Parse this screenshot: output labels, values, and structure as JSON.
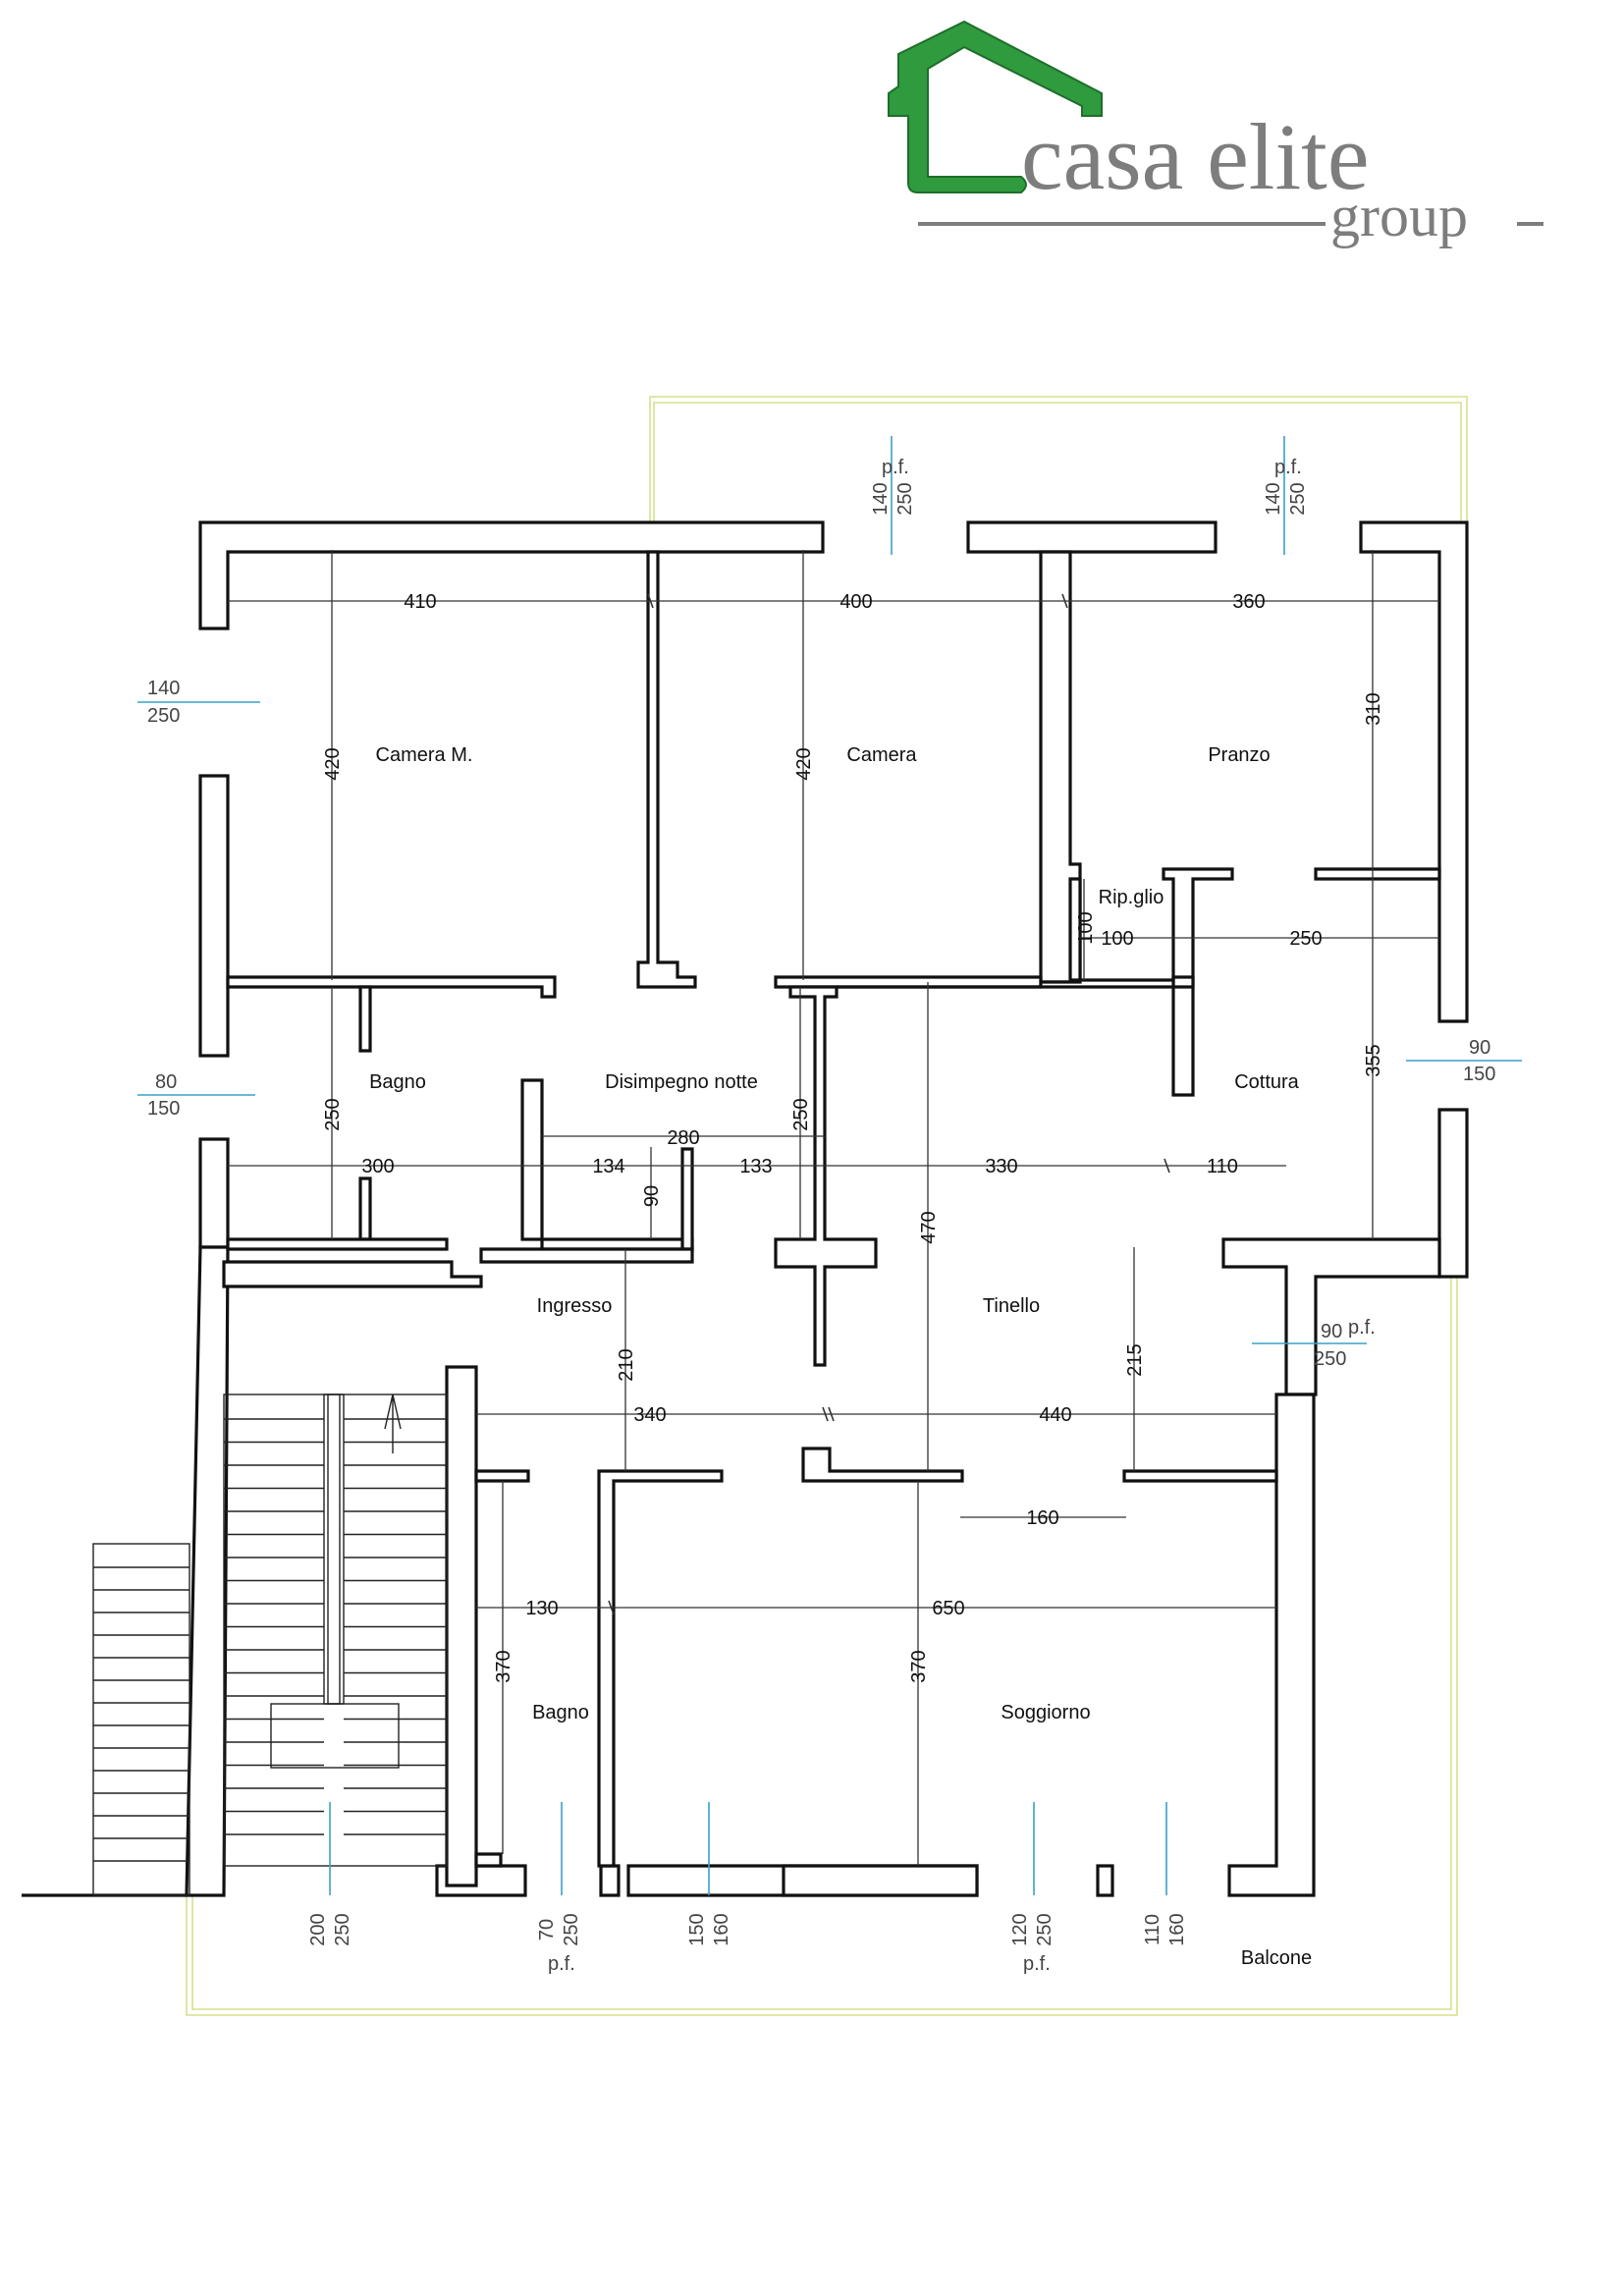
{
  "brand": {
    "name": "casa elite",
    "tagline": "group",
    "green": "#2f9a3e",
    "gray": "#7d7d7d"
  },
  "rooms": {
    "camera_m": "Camera M.",
    "camera": "Camera",
    "pranzo": "Pranzo",
    "ripostiglio": "Rip.glio",
    "bagno_1": "Bagno",
    "disimpegno": "Disimpegno notte",
    "cottura": "Cottura",
    "ingresso": "Ingresso",
    "tinello": "Tinello",
    "bagno_2": "Bagno",
    "soggiorno": "Soggiorno",
    "balcone": "Balcone"
  },
  "dimensions": {
    "w410": "410",
    "w400": "400",
    "w360": "360",
    "h420a": "420",
    "h420b": "420",
    "h310": "310",
    "h100": "100",
    "w100": "100",
    "w250": "250",
    "h250a": "250",
    "h250b": "250",
    "h355": "355",
    "h470": "470",
    "w300": "300",
    "w280": "280",
    "w134": "134",
    "h90": "90",
    "w133": "133",
    "w330": "330",
    "w110": "110",
    "h210": "210",
    "h215": "215",
    "w340": "340",
    "w440": "440",
    "w160": "160",
    "w130": "130",
    "w650": "650",
    "h370a": "370",
    "h370b": "370"
  },
  "apertures": {
    "top1_w": "140",
    "top1_h": "250",
    "top1_note": "p.f.",
    "top2_w": "140",
    "top2_h": "250",
    "top2_note": "p.f.",
    "left1_w": "140",
    "left1_h": "250",
    "left2_w": "80",
    "left2_h": "150",
    "right1_w": "90",
    "right1_h": "150",
    "right2_w": "90",
    "right2_h": "250",
    "right2_note": "p.f.",
    "b1_w": "200",
    "b1_h": "250",
    "b2_w": "70",
    "b2_h": "250",
    "b2_note": "p.f.",
    "b3_w": "150",
    "b3_h": "160",
    "b4_w": "120",
    "b4_h": "250",
    "b4_note": "p.f.",
    "b5_w": "110",
    "b5_h": "160"
  }
}
